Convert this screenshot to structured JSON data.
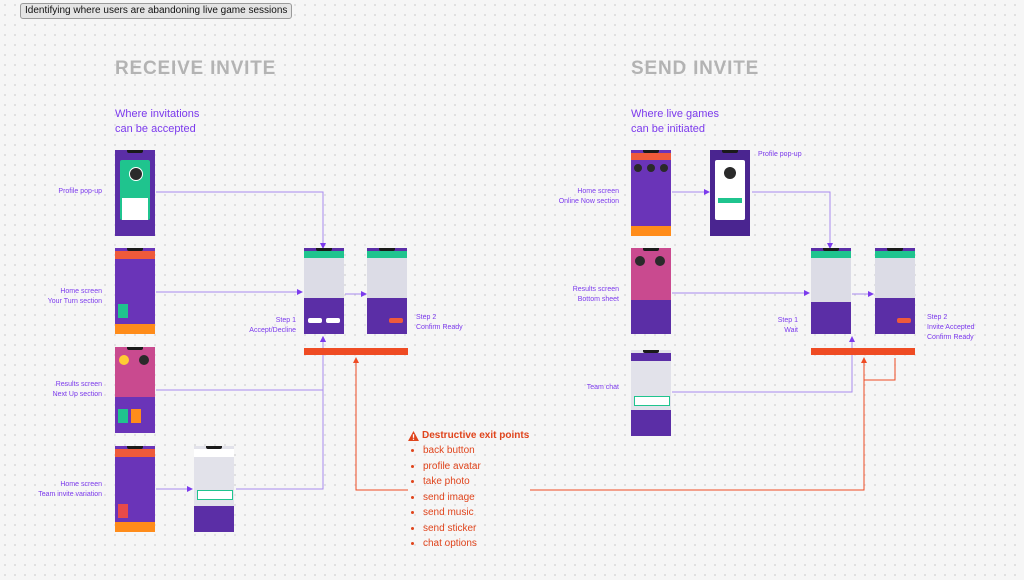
{
  "frame_label": "Identifying where users are abandoning live game sessions",
  "receive": {
    "title": "RECEIVE INVITE",
    "subtitle_line1": "Where invitations",
    "subtitle_line2": "can be accepted",
    "sources": [
      {
        "line1": "Profile pop-up",
        "line2": ""
      },
      {
        "line1": "Home screen",
        "line2": "Your Turn section"
      },
      {
        "line1": "Results screen",
        "line2": "Next Up section"
      },
      {
        "line1": "Home screen",
        "line2": "Team invite variation"
      }
    ],
    "step1_line1": "Step 1",
    "step1_line2": "Accept/Decline",
    "step2_line1": "Step 2",
    "step2_line2": "Confirm Ready"
  },
  "send": {
    "title": "SEND INVITE",
    "subtitle_line1": "Where live games",
    "subtitle_line2": "can be initiated",
    "sources": [
      {
        "line1": "Home screen",
        "line2": "Online Now section"
      },
      {
        "line1": "Results screen",
        "line2": "Bottom sheet"
      },
      {
        "line1": "Team chat",
        "line2": ""
      }
    ],
    "profile_popup": "Profile pop-up",
    "step1_line1": "Step 1",
    "step1_line2": "Wait",
    "step2_line1": "Step 2",
    "step2_line2": "Invite Accepted",
    "step2_line3": "Confirm Ready"
  },
  "exits": {
    "title": "Destructive exit points",
    "items": [
      "back button",
      "profile avatar",
      "take photo",
      "send image",
      "send music",
      "send sticker",
      "chat options"
    ]
  },
  "colors": {
    "purple": "#7c3aed",
    "exit": "#ef4b23",
    "title_gray": "#b3b3b3",
    "phone_purple": "#5b2ea6"
  }
}
